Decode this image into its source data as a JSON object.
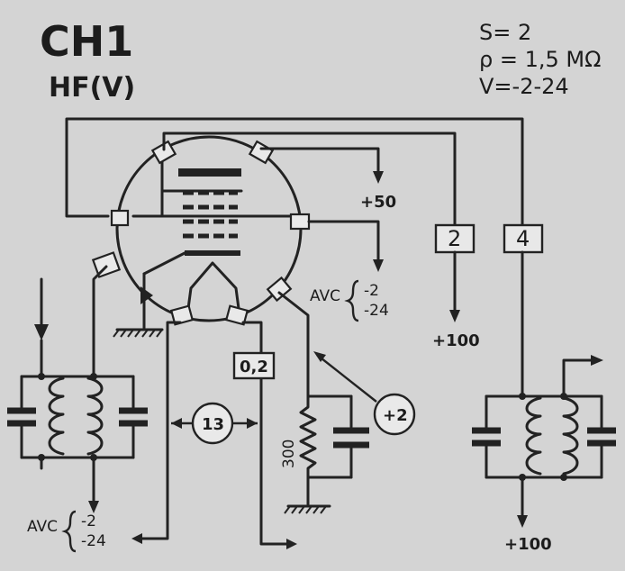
{
  "header": {
    "tube": "CH1",
    "type": "HF(V)"
  },
  "specs": {
    "s": "S= 2",
    "rho": "ρ = 1,5 MΩ",
    "v": "V=-2-24"
  },
  "labels": {
    "plus50": "+50",
    "plus100_a": "+100",
    "plus100_b": "+100",
    "avc_word": "AVC",
    "avc_a": "-2",
    "avc_b": "-24",
    "avc2_word": "AVC",
    "avc2_a": "-2",
    "avc2_b": "-24",
    "resistor": "300"
  },
  "boxes": {
    "box2": "2",
    "box4": "4",
    "box02": "0,2"
  },
  "circles": {
    "c13": "13",
    "cplus2": "+2"
  }
}
